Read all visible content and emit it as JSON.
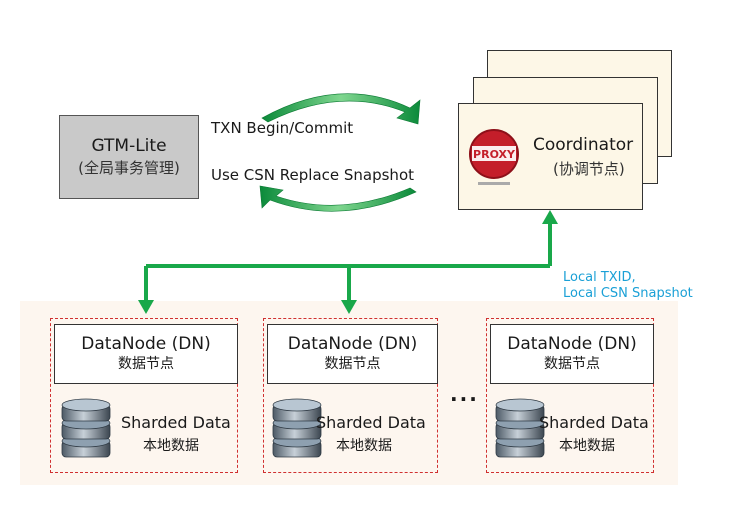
{
  "gtm": {
    "title": "GTM-Lite",
    "subtitle": "(全局事务管理)"
  },
  "arrows_text": {
    "top": "TXN Begin/Commit",
    "bottom": "Use CSN Replace Snapshot"
  },
  "coordinator": {
    "title": "Coordinator",
    "subtitle": "(协调节点)",
    "logo_text": "PROXY"
  },
  "local_note": {
    "line1": "Local TXID,",
    "line2": "Local CSN Snapshot"
  },
  "datanodes": [
    {
      "title": "DataNode (DN)",
      "subtitle": "数据节点",
      "data_label": "Sharded Data",
      "data_sub": "本地数据"
    },
    {
      "title": "DataNode (DN)",
      "subtitle": "数据节点",
      "data_label": "Sharded Data",
      "data_sub": "本地数据"
    },
    {
      "title": "DataNode (DN)",
      "subtitle": "数据节点",
      "data_label": "Sharded Data",
      "data_sub": "本地数据"
    }
  ],
  "ellipsis": "...",
  "colors": {
    "green": "#19a84a",
    "cyan": "#1aa0d6",
    "dashed_red": "#d03030"
  }
}
